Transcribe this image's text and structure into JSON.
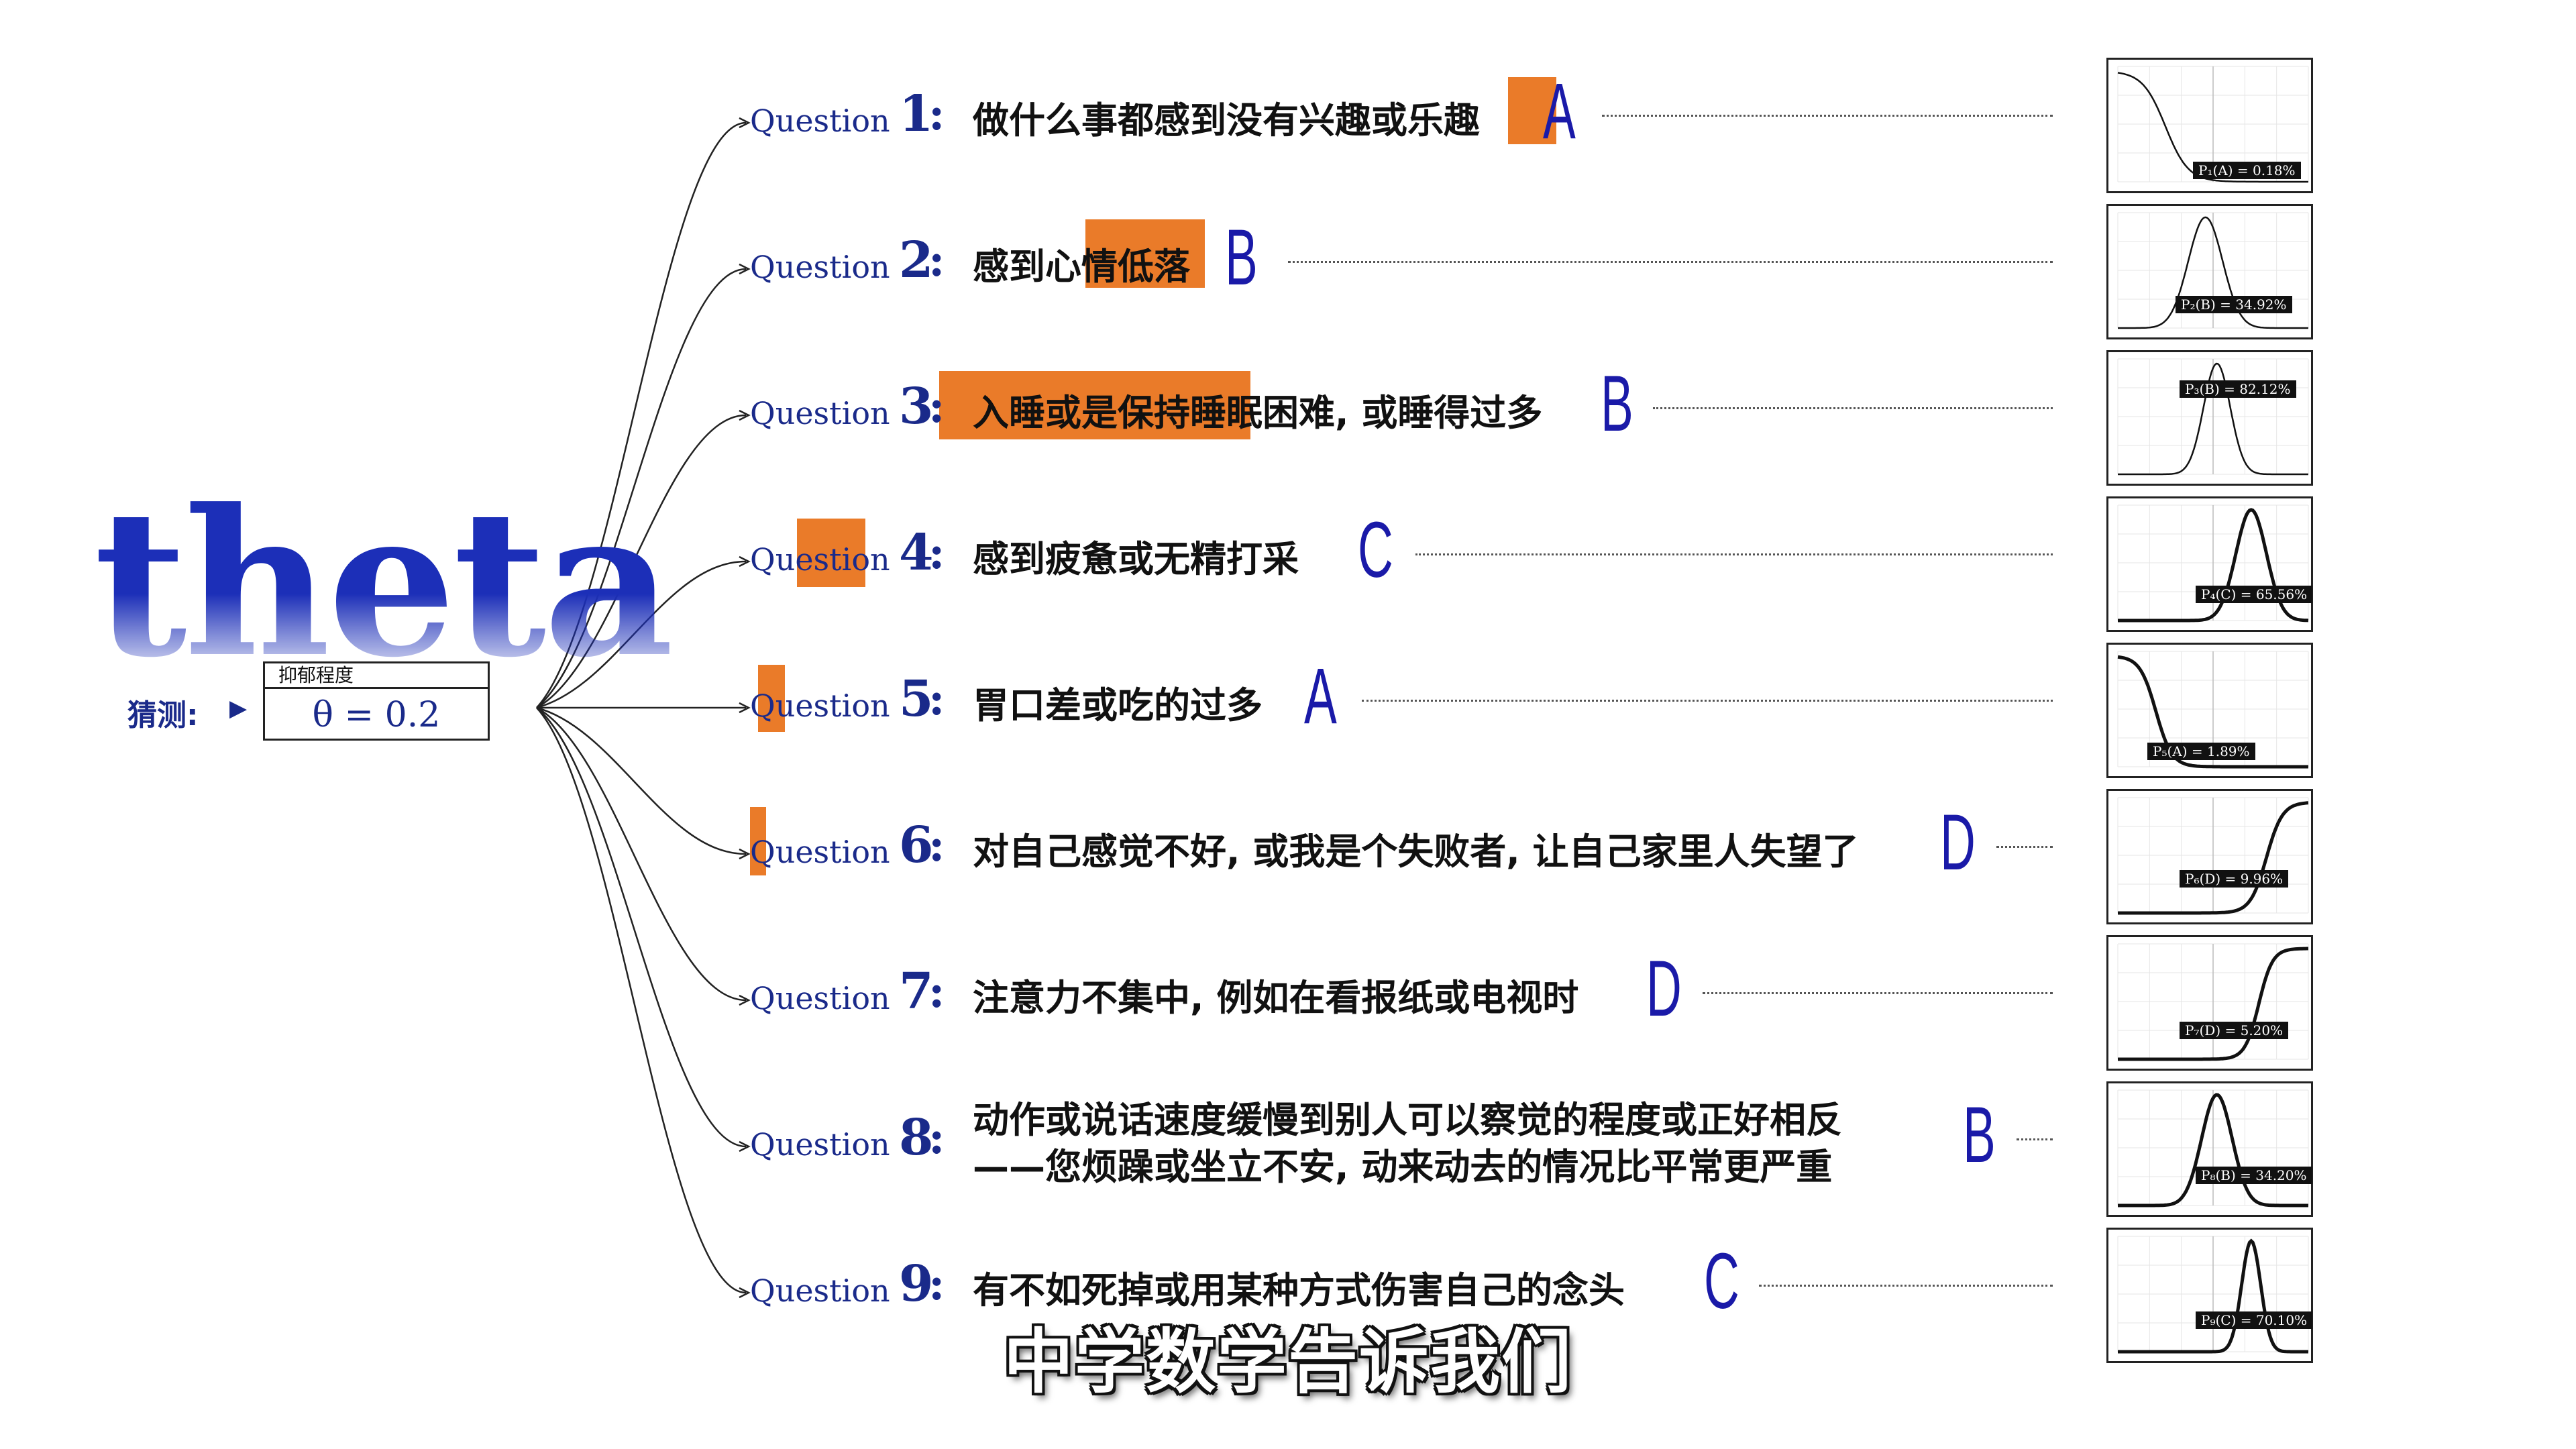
{
  "theta": {
    "title": "theta",
    "guess_label": "猜测:",
    "box_title": "抑郁程度",
    "box_value": "θ = 0.2"
  },
  "questions": [
    {
      "prefix": "Question",
      "num": "1",
      "text": "做什么事都感到没有兴趣或乐趣",
      "answer": "A",
      "prob_label": "P₁(A) = 0.18%"
    },
    {
      "prefix": "Question",
      "num": "2",
      "text": "感到心情低落",
      "answer": "B",
      "prob_label": "P₂(B) = 34.92%"
    },
    {
      "prefix": "Question",
      "num": "3",
      "text": "入睡或是保持睡眠困难, 或睡得过多",
      "answer": "B",
      "prob_label": "P₃(B) = 82.12%"
    },
    {
      "prefix": "Question",
      "num": "4",
      "text": "感到疲惫或无精打采",
      "answer": "C",
      "prob_label": "P₄(C) = 65.56%"
    },
    {
      "prefix": "Question",
      "num": "5",
      "text": "胃口差或吃的过多",
      "answer": "A",
      "prob_label": "P₅(A) = 1.89%"
    },
    {
      "prefix": "Question",
      "num": "6",
      "text": "对自己感觉不好, 或我是个失败者, 让自己家里人失望了",
      "answer": "D",
      "prob_label": "P₆(D) = 9.96%"
    },
    {
      "prefix": "Question",
      "num": "7",
      "text": "注意力不集中, 例如在看报纸或电视时",
      "answer": "D",
      "prob_label": "P₇(D) = 5.20%"
    },
    {
      "prefix": "Question",
      "num": "8",
      "text": "动作或说话速度缓慢到别人可以察觉的程度或正好相反",
      "text2": "——您烦躁或坐立不安, 动来动去的情况比平常更严重",
      "answer": "B",
      "prob_label": "P₈(B) = 34.20%"
    },
    {
      "prefix": "Question",
      "num": "9",
      "text": "有不如死掉或用某种方式伤害自己的念头",
      "answer": "C",
      "prob_label": "P₉(C) = 70.10%"
    }
  ],
  "subtitle": "中学数学告诉我们",
  "colors": {
    "accent_blue": "#1a2a8a",
    "answer_blue": "#1a1aa8",
    "highlight_orange": "#e9741d",
    "theta_blue": "#1c2fb8"
  }
}
